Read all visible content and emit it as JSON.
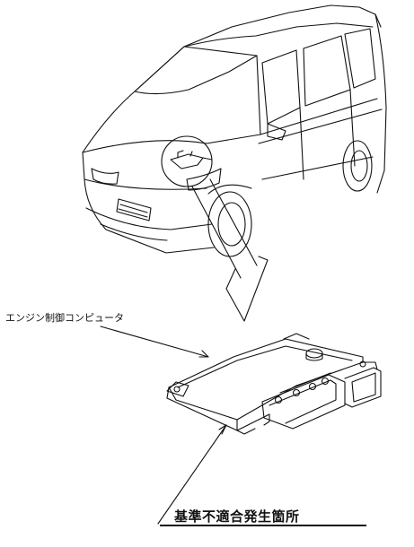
{
  "labels": {
    "ecu": "エンジン制御コンピュータ",
    "defect_location": "基準不適合発生箇所"
  },
  "icons": [
    "minivan-illustration",
    "engine-control-computer-illustration",
    "magnify-circle",
    "pointer-arrow"
  ],
  "colors": {
    "line": "#111111",
    "background": "#ffffff"
  }
}
